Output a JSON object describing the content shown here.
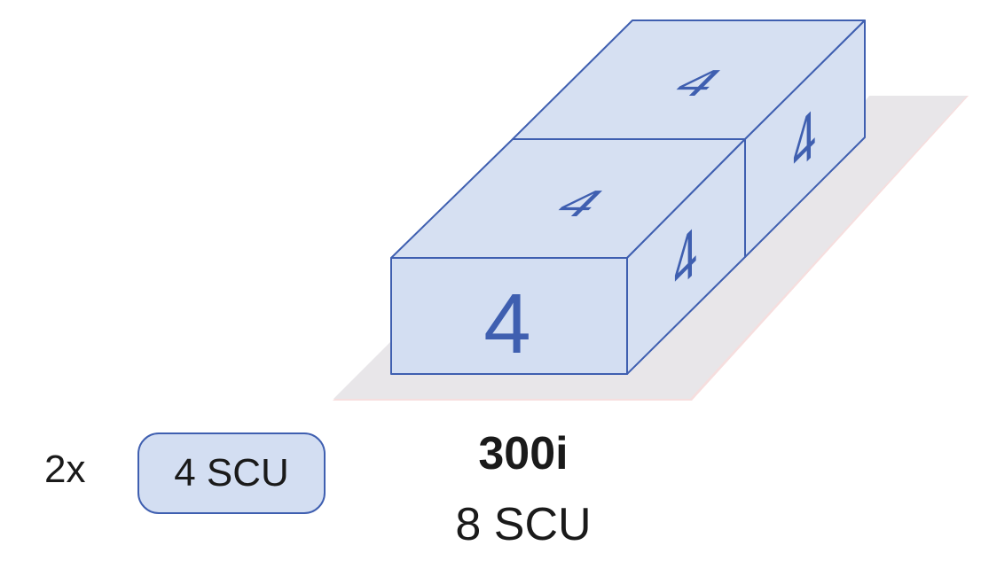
{
  "diagram": {
    "blocks": [
      {
        "face": "front",
        "label": "4"
      },
      {
        "face": "right",
        "label": "4"
      },
      {
        "face": "top",
        "label": "4"
      },
      {
        "face": "back-top",
        "label": "4"
      },
      {
        "face": "back-right",
        "label": "4"
      }
    ]
  },
  "ship": {
    "name": "300i",
    "capacity": "8 SCU"
  },
  "breakdown": {
    "multiplier": "2x",
    "container": "4 SCU"
  },
  "colors": {
    "box_fill": "#d6e0f2",
    "box_stroke": "#3f5fb0",
    "shadow": "#e8e6e9"
  }
}
